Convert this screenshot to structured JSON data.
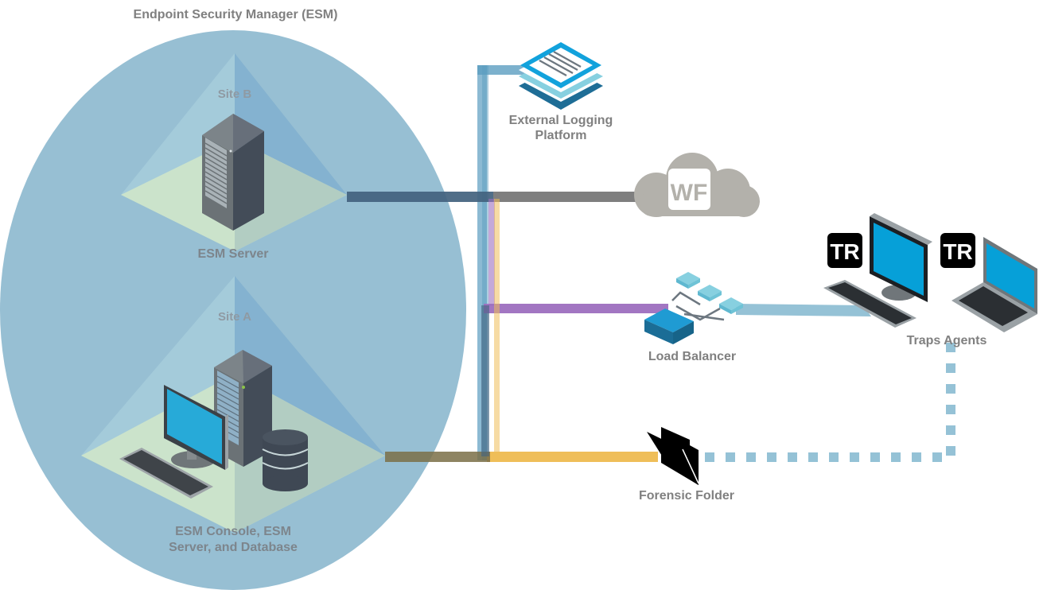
{
  "title": "Endpoint Security Manager (ESM)",
  "sites": [
    {
      "name": "Site B",
      "label": "ESM Server"
    },
    {
      "name": "Site A",
      "label_line1": "ESM Console, ESM",
      "label_line2": "Server, and Database"
    }
  ],
  "nodes": {
    "logging": {
      "line1": "External Logging",
      "line2": "Platform"
    },
    "wildfire": {
      "badge": "WF"
    },
    "load_balancer": {
      "label": "Load Balancer"
    },
    "agents": {
      "label": "Traps Agents",
      "badge": "TR"
    },
    "forensic": {
      "label": "Forensic Folder"
    }
  },
  "colors": {
    "esm_zone": "#97bfd3",
    "platform": "#cbe3cb",
    "link_logging": "#5b9dc0",
    "link_wildfire": "#7f7f7f",
    "link_site_b": "#42627e",
    "link_load_balancer": "#9d6fbf",
    "link_forensic": "#efbe59",
    "link_agents": "#95c2d6",
    "screen": "#0aa1d9"
  }
}
